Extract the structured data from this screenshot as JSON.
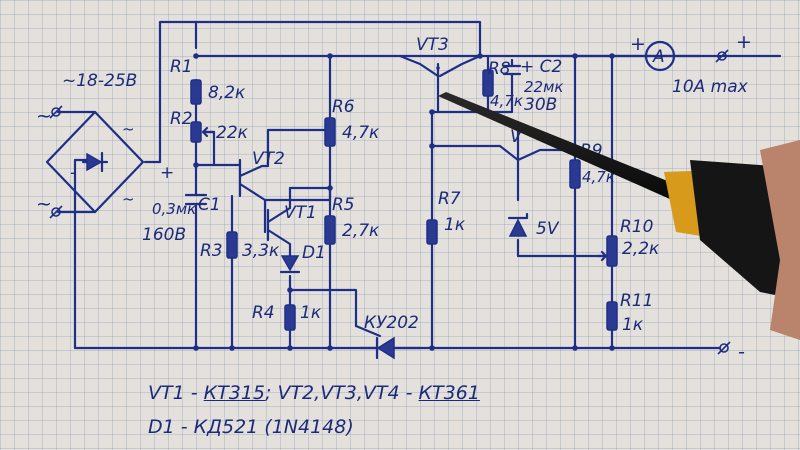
{
  "labels": {
    "input_voltage": "~18-25В",
    "ac_top": "~",
    "ac_bottom": "~",
    "bridge_minus": "-",
    "bridge_plus": "+",
    "bridge_ac_top": "~",
    "bridge_ac_bottom": "~",
    "r1": "R1",
    "r1_value": "8,2к",
    "r2": "R2",
    "r2_value": "22к",
    "c1": "C1",
    "c1_value_top": "0,3мк",
    "c1_value_bottom": "160В",
    "vt2": "VT2",
    "vt1": "VT1",
    "r3": "R3",
    "r3_value": "3,3к",
    "d1": "D1",
    "r4": "R4",
    "r4_value": "1к",
    "r6": "R6",
    "r6_value": "4,7к",
    "r5": "R5",
    "r5_value": "2,7к",
    "ku202": "КУ202",
    "vt3": "VT3",
    "r7": "R7",
    "r7_value": "1к",
    "r8": "R8",
    "r8_value": "4,7к",
    "c2": "+ C2",
    "c2_value_top": "22мк",
    "c2_value_bottom": "30В",
    "vt4": "V",
    "r9": "R9",
    "r9_value": "4,7к",
    "zener_value": "5V",
    "r10": "R10",
    "r10_value": "2,2к",
    "r11": "R11",
    "r11_value": "1к",
    "ammeter": "A",
    "out_plus_left": "+",
    "out_plus": "+",
    "out_minus": "-",
    "current_max": "10A max"
  },
  "notes": {
    "line1_a": "VT1 - ",
    "line1_b": "КТ315",
    "line1_c": "; VT2,VT3,VT4 - ",
    "line1_d": "КТ361",
    "line2": "D1 - КД521 (1N4148)"
  }
}
